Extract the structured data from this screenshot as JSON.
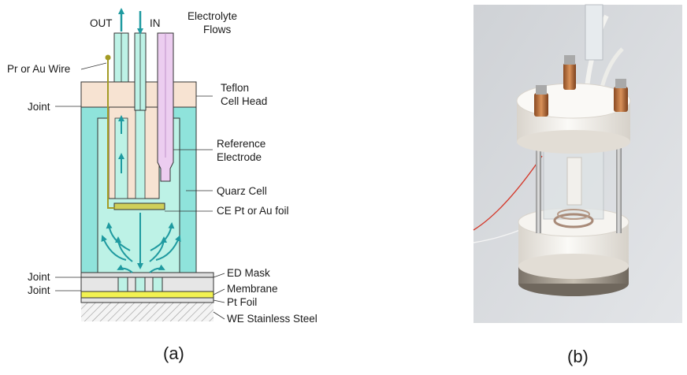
{
  "panel_a": {
    "caption": "(a)",
    "labels": {
      "out": "OUT",
      "in": "IN",
      "flow_line1": "Electrolyte",
      "flow_line2": "Flows",
      "wire": "Pr or Au Wire",
      "joint_top": "Joint",
      "head_line1": "Teflon",
      "head_line2": "Cell Head",
      "ref_line1": "Reference",
      "ref_line2": "Electrode",
      "quartz": "Quarz Cell",
      "ce_foil": "CE Pt or Au foil",
      "ed_mask": "ED Mask",
      "joint_mid": "Joint",
      "membrane": "Membrane",
      "joint_low": "Joint",
      "pt_foil": "Pt Foil",
      "we": "WE Stainless Steel"
    },
    "colors": {
      "electrolyte": "#bdf2e6",
      "glass": "#8fe3db",
      "teflon": "#f7e3d2",
      "arrow": "#1f9aa0",
      "reference": "#eccdf0",
      "foil": "#cfcf59",
      "membrane": "#f2f251",
      "wire": "#a39b25"
    }
  },
  "panel_b": {
    "caption": "(b)"
  }
}
